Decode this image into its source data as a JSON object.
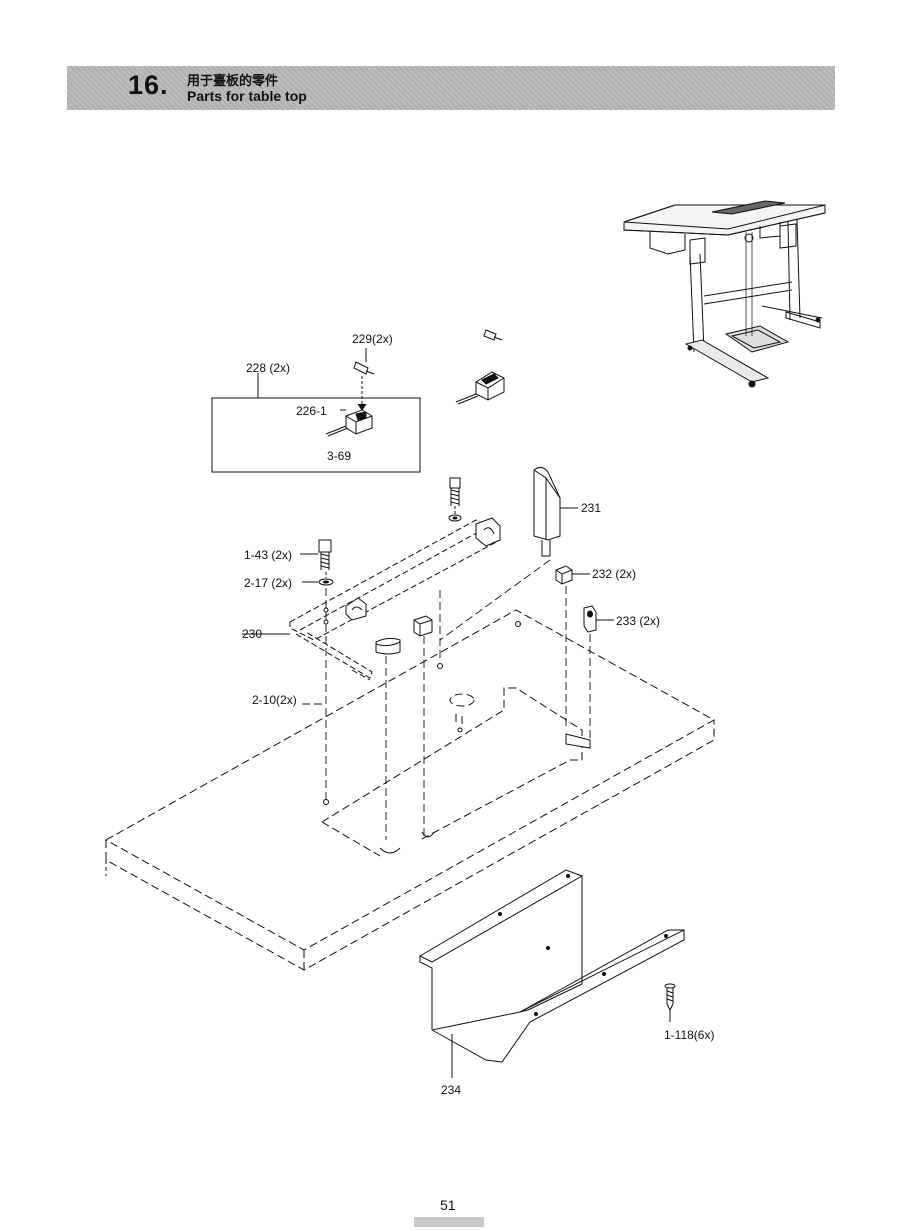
{
  "header": {
    "section_number": "16.",
    "title_cn": "用于臺板的零件",
    "title_en": "Parts for table top"
  },
  "callouts": {
    "p229": "229(2x)",
    "p228": "228 (2x)",
    "p226_1": "226-1",
    "p3_69": "3-69",
    "p231": "231",
    "p232": "232  (2x)",
    "p233": "233 (2x)",
    "p1_43": "1-43 (2x)",
    "p2_17": "2-17 (2x)",
    "p230": "230",
    "p2_10": "2-10(2x)",
    "p1_118": "1-118(6x)",
    "p234": "234"
  },
  "footer": {
    "page_number": "51"
  }
}
